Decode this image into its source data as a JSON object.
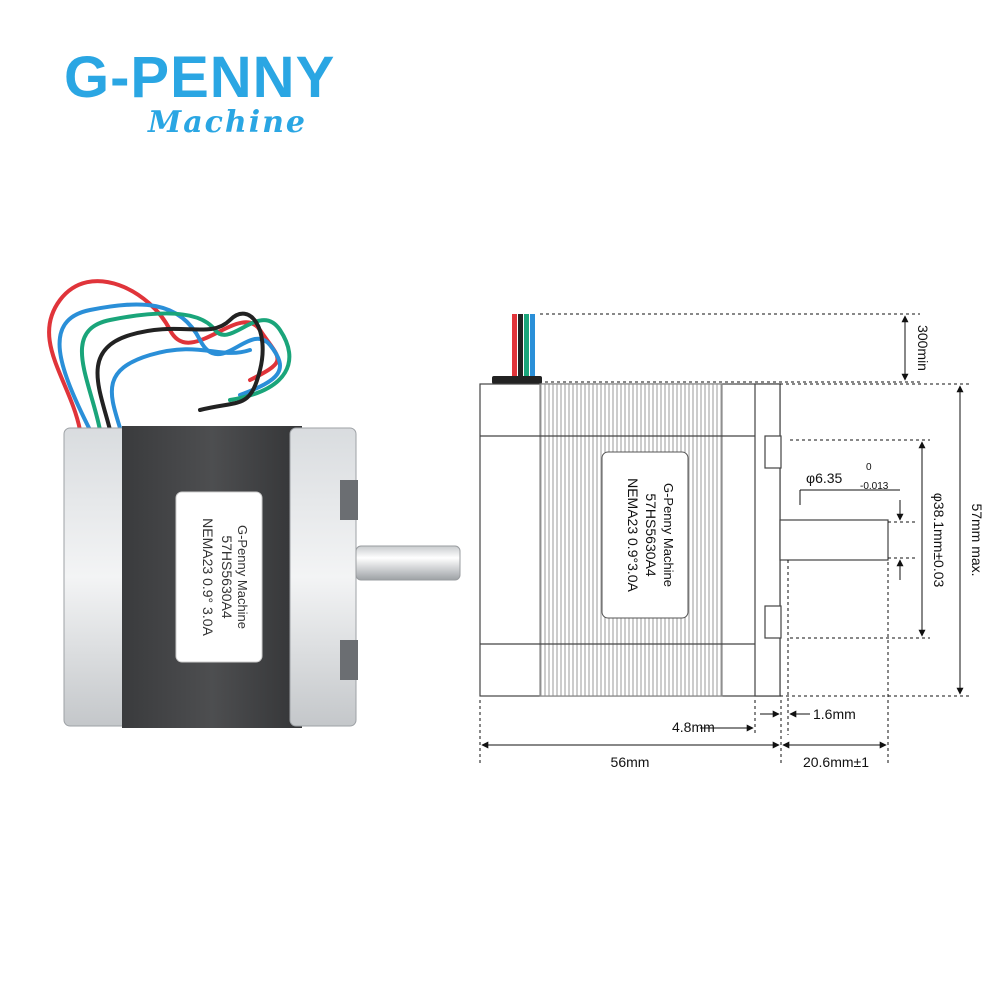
{
  "brand": {
    "name": "G-PENNY",
    "subtitle": "Machine",
    "color": "#2aa6e3"
  },
  "label": {
    "line1": "G-Penny Machine",
    "line2": "57HS5630A4",
    "line3_photo": "NEMA23 0.9° 3.0A",
    "line3_drawing": "NEMA23  0.9°3.0A"
  },
  "dimensions": {
    "lead_length": "300min",
    "body_height": "57mm max.",
    "pilot_diameter": "φ38.1mm±0.03",
    "shaft_diameter": "φ6.35",
    "shaft_tol_upper": "0",
    "shaft_tol_lower": "-0.013",
    "flange_thickness": "4.8mm",
    "pilot_height": "1.6mm",
    "body_length": "56mm",
    "shaft_length": "20.6mm±1"
  },
  "wire_colors": [
    "#e0343a",
    "#2a8fd8",
    "#1aa57a",
    "#222222"
  ]
}
